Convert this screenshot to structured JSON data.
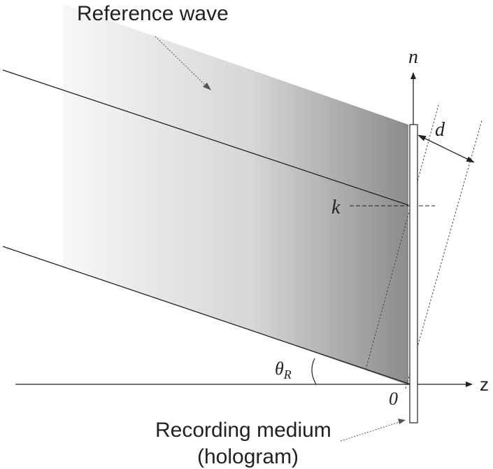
{
  "labels": {
    "reference_wave": "Reference wave",
    "recording_medium_line1": "Recording medium",
    "recording_medium_line2": "(hologram)",
    "normal_axis": "n",
    "z_axis": "z",
    "origin": "0",
    "wave_vector": "k",
    "spacing": "d",
    "angle_theta": "θ",
    "angle_subscript": "R"
  },
  "colors": {
    "line": "#222222",
    "beam_light": "#f7f7f7",
    "beam_dark": "#8c8c8c",
    "plate_fill": "#ffffff"
  }
}
